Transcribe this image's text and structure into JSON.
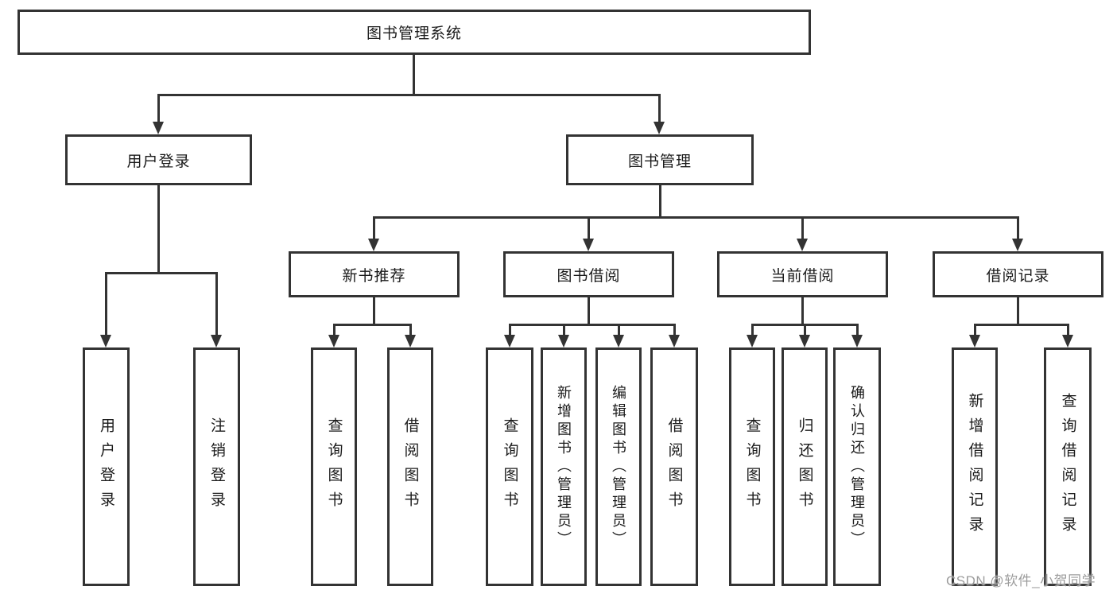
{
  "diagram": {
    "type": "tree",
    "nodes": {
      "root": {
        "label": "图书管理系统"
      },
      "user_login": {
        "label": "用户登录"
      },
      "book_mgmt": {
        "label": "图书管理"
      },
      "new_book": {
        "label": "新书推荐"
      },
      "book_borrow": {
        "label": "图书借阅"
      },
      "current_borrow": {
        "label": "当前借阅"
      },
      "borrow_record": {
        "label": "借阅记录"
      },
      "leaves": {
        "user_login": {
          "label": "用户登录"
        },
        "logout": {
          "label": "注销登录"
        },
        "nb_query": {
          "label": "查询图书"
        },
        "nb_borrow": {
          "label": "借阅图书"
        },
        "bb_query": {
          "label": "查询图书"
        },
        "bb_add": {
          "label": "新增图书（管理员）"
        },
        "bb_edit": {
          "label": "编辑图书（管理员）"
        },
        "bb_borrow": {
          "label": "借阅图书"
        },
        "cb_query": {
          "label": "查询图书"
        },
        "cb_return": {
          "label": "归还图书"
        },
        "cb_confirm": {
          "label": "确认归还（管理员）"
        },
        "br_add": {
          "label": "新增借阅记录"
        },
        "br_query": {
          "label": "查询借阅记录"
        }
      }
    },
    "edges": [
      [
        "root",
        "user_login"
      ],
      [
        "root",
        "book_mgmt"
      ],
      [
        "user_login",
        "leaf:user_login"
      ],
      [
        "user_login",
        "leaf:logout"
      ],
      [
        "book_mgmt",
        "new_book"
      ],
      [
        "book_mgmt",
        "book_borrow"
      ],
      [
        "book_mgmt",
        "current_borrow"
      ],
      [
        "book_mgmt",
        "borrow_record"
      ],
      [
        "new_book",
        "leaf:nb_query"
      ],
      [
        "new_book",
        "leaf:nb_borrow"
      ],
      [
        "book_borrow",
        "leaf:bb_query"
      ],
      [
        "book_borrow",
        "leaf:bb_add"
      ],
      [
        "book_borrow",
        "leaf:bb_edit"
      ],
      [
        "book_borrow",
        "leaf:bb_borrow"
      ],
      [
        "current_borrow",
        "leaf:cb_query"
      ],
      [
        "current_borrow",
        "leaf:cb_return"
      ],
      [
        "current_borrow",
        "leaf:cb_confirm"
      ],
      [
        "borrow_record",
        "leaf:br_add"
      ],
      [
        "borrow_record",
        "leaf:br_query"
      ]
    ],
    "colors": {
      "line": "#333333",
      "box_border": "#333333",
      "text": "#1a1a1a",
      "background": "#ffffff",
      "watermark": "#9c9c9c"
    }
  },
  "watermark": {
    "text": "CSDN @软件_小贺同学"
  }
}
